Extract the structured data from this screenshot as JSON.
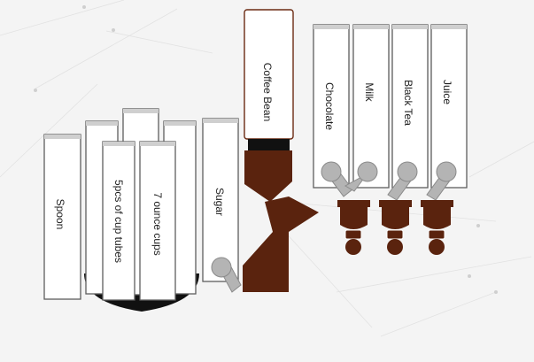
{
  "labels": {
    "spoon": "Spoon",
    "cup_tubes": "5pcs of cup tubes",
    "cups": "7 ounce cups",
    "sugar": "Sugar",
    "coffee_bean": "Coffee Bean",
    "chocolate": "Chocolate",
    "milk": "Milk",
    "black_tea": "Black Tea",
    "juice": "Juice"
  },
  "colors": {
    "background": "#f4f4f4",
    "canister_fill": "#ffffff",
    "outline": "#5e5e5e",
    "cap": "#cfcfcf",
    "brown": "#5a230e",
    "valve_grey": "#b4b4b4",
    "base_dark": "#111111"
  }
}
